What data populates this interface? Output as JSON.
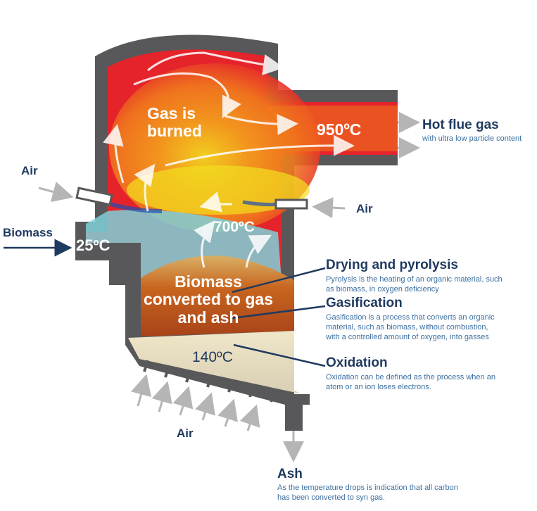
{
  "labels": {
    "hot_flue_gas": "Hot flue gas",
    "hot_flue_gas_sub": "with ultra low particle content",
    "air_left": "Air",
    "air_right": "Air",
    "air_bottom": "Air",
    "biomass_in": "Biomass",
    "drying_title": "Drying and pyrolysis",
    "drying_desc": "Pyrolysis is the heating of an organic material, such as biomass, in oxygen deficiency",
    "gasification_title": "Gasification",
    "gasification_desc": "Gasification is a process that converts an organic material, such as biomass, without combustion, with a controlled amount of oxygen, into gasses",
    "oxidation_title": "Oxidation",
    "oxidation_desc": "Oxidation can be defined as the process when an atom or an ion loses electrons.",
    "ash_title": "Ash",
    "ash_desc": "As the temperature drops is indication that all carbon has been converted to syn gas."
  },
  "inner": {
    "gas_burned": "Gas  is burned",
    "biomass_converted": "Biomass converted to gas and ash",
    "temp_950": "950ºC",
    "temp_700": "700ºC",
    "temp_25": "25ºC",
    "temp_140": "140ºC"
  },
  "colors": {
    "wall": "#58585a",
    "hot_red": "#e5232b",
    "orange": "#f07a1c",
    "yellow": "#f2e01e",
    "cyan": "#7fd0d8",
    "biomass_bed": "#c8651e",
    "label_blue": "#1f3a5f",
    "desc_blue": "#3b6fa0",
    "arrow_gray": "#b5b5b5"
  }
}
